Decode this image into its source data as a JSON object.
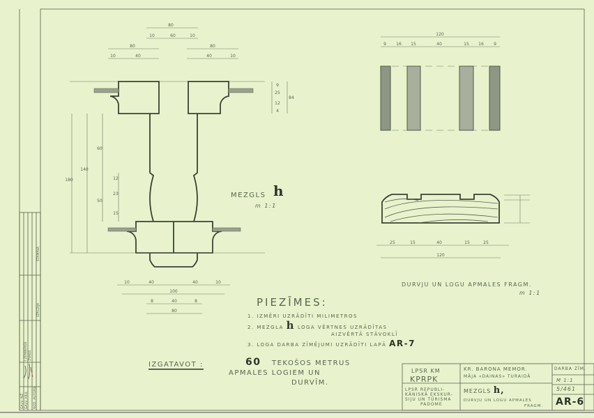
{
  "node": {
    "title": "MEZGLS",
    "letter": "h",
    "scale": "m 1:1",
    "dims_top": [
      "80",
      "10",
      "60",
      "10",
      "80",
      "10",
      "40",
      "80",
      "40",
      "10"
    ],
    "dims_right": [
      "9",
      "25",
      "12",
      "4",
      "84"
    ],
    "dims_left": [
      "60",
      "140",
      "180",
      "12",
      "23",
      "50",
      "15"
    ],
    "dims_bottom": [
      "10",
      "40",
      "40",
      "10",
      "100",
      "8",
      "40",
      "8",
      "80"
    ]
  },
  "fragment": {
    "title": "DURVJU UN LOGU APMALES FRAGM.",
    "scale": "m 1:1",
    "dims_top": [
      "120",
      "9",
      "16",
      "15",
      "40",
      "15",
      "16",
      "9"
    ],
    "dims_bottom": [
      "25",
      "15",
      "40",
      "15",
      "25",
      "120"
    ]
  },
  "notes": {
    "heading": "PIEZĪMES:",
    "items": [
      "1. IZMĒRI UZRĀDĪTI MILIMETROS",
      "2. MEZGLA",
      "LOGA VĒRTNES UZRĀDĪTAS",
      "AIZVĒRTĀ STĀVOKLĪ",
      "3. LOGA DARBA ZĪMĒJUMI UZRĀDĪTI LAPĀ",
      "AR-7"
    ],
    "letter": "h"
  },
  "order": {
    "label": "IZGATAVOT :",
    "qty": "60",
    "line1": "TEKOŠOS METRUS",
    "line2": "APMALES LOGIEM UN",
    "line3": "DURVĪM."
  },
  "title_block": {
    "org1": "LPSR KM",
    "org2": "KPRPK",
    "org3": [
      "LPSR REPUBLI-",
      "KĀNISKĀ EKSKUR-",
      "SIJU UN TŪRISMA",
      "PADOME"
    ],
    "project1": "KR. BARONA MEMOR.",
    "project2": "MĀJA «DAINAS» TURAIDĀ",
    "sheet_title": "MEZGLS",
    "sheet_letter": "h,",
    "sheet_sub": [
      "DURVJU UN LOGU APMALES",
      "FRAGM."
    ],
    "drawing_type": "DARBA ZĪM.",
    "scale": "M 1:1",
    "number": "5/461",
    "sheet": "AR-6"
  },
  "side_strip": [
    "ŠTĀMAVA",
    "IZPILDĪJA",
    "I.ZENBERGS",
    "ZVAGS",
    "GAĻV. INŽ.",
    "GAĻV. ARH.",
    "NOD. AUTORS"
  ]
}
